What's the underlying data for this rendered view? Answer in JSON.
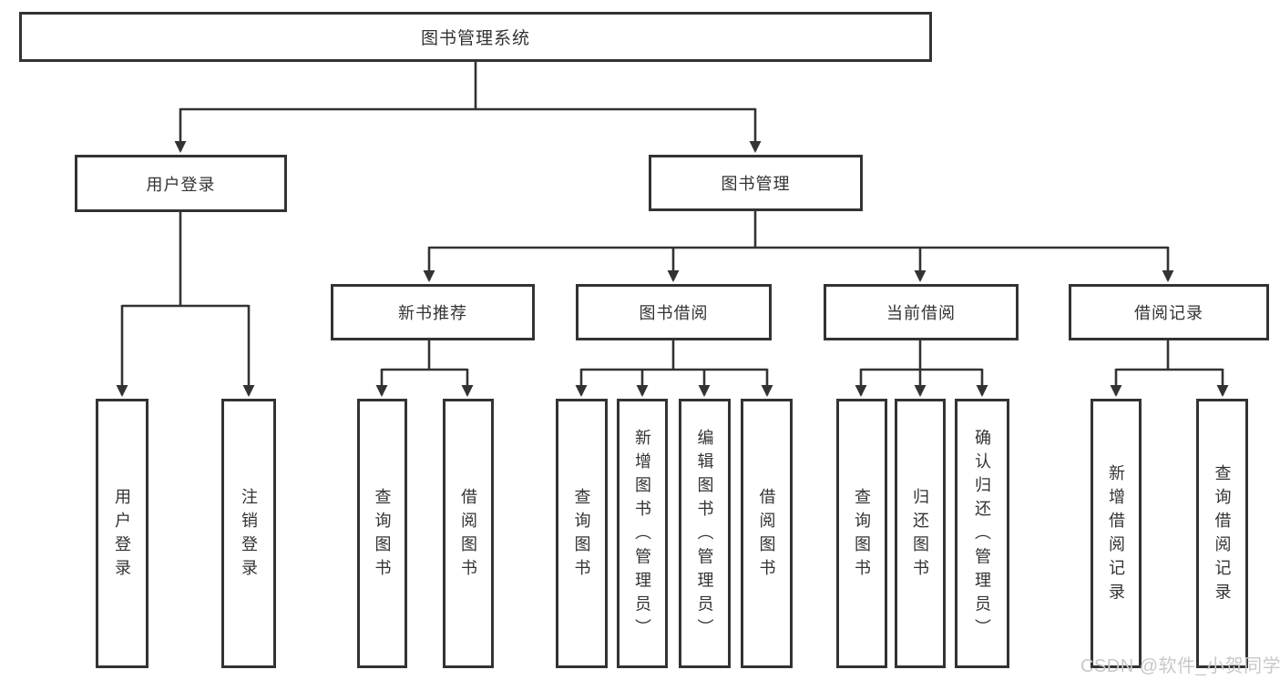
{
  "diagram": {
    "root": {
      "label": "图书管理系统"
    },
    "branches": [
      {
        "label": "用户登录",
        "children": [
          {
            "label": "用户登录"
          },
          {
            "label": "注销登录"
          }
        ]
      },
      {
        "label": "图书管理",
        "groups": [
          {
            "label": "新书推荐",
            "children": [
              {
                "label": "查询图书"
              },
              {
                "label": "借阅图书"
              }
            ]
          },
          {
            "label": "图书借阅",
            "children": [
              {
                "label": "查询图书"
              },
              {
                "label": "新增图书（管理员）"
              },
              {
                "label": "编辑图书（管理员）"
              },
              {
                "label": "借阅图书"
              }
            ]
          },
          {
            "label": "当前借阅",
            "children": [
              {
                "label": "查询图书"
              },
              {
                "label": "归还图书"
              },
              {
                "label": "确认归还（管理员）"
              }
            ]
          },
          {
            "label": "借阅记录",
            "children": [
              {
                "label": "新增借阅记录"
              },
              {
                "label": "查询借阅记录"
              }
            ]
          }
        ]
      }
    ]
  },
  "watermark": {
    "text": "CSDN @软件_小贺同学"
  },
  "colors": {
    "line": "#333333",
    "border": "#333333",
    "text": "#333333",
    "box_background": "#ffffff",
    "watermark": "#c8c8c8"
  }
}
